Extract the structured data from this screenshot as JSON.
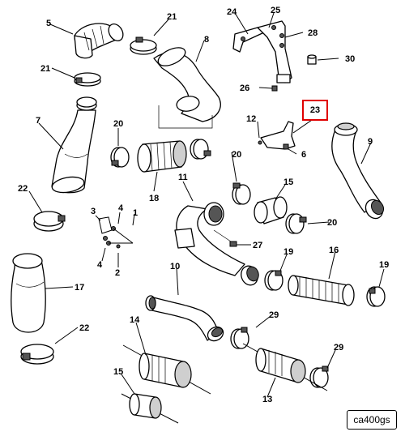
{
  "diagram_code": "ca400gs",
  "highlighted_callout": "23",
  "callouts": {
    "c1": "1",
    "c2": "2",
    "c3": "3",
    "c4a": "4",
    "c4b": "4",
    "c5": "5",
    "c6": "6",
    "c7": "7",
    "c8": "8",
    "c9": "9",
    "c10": "10",
    "c11": "11",
    "c12": "12",
    "c13": "13",
    "c14": "14",
    "c15a": "15",
    "c15b": "15",
    "c16": "16",
    "c17": "17",
    "c18": "18",
    "c19a": "19",
    "c19b": "19",
    "c20a": "20",
    "c20b": "20",
    "c20c": "20",
    "c21a": "21",
    "c21b": "21",
    "c22a": "22",
    "c22b": "22",
    "c24": "24",
    "c25": "25",
    "c26": "26",
    "c27": "27",
    "c28": "28",
    "c29a": "29",
    "c29b": "29",
    "c30": "30"
  }
}
